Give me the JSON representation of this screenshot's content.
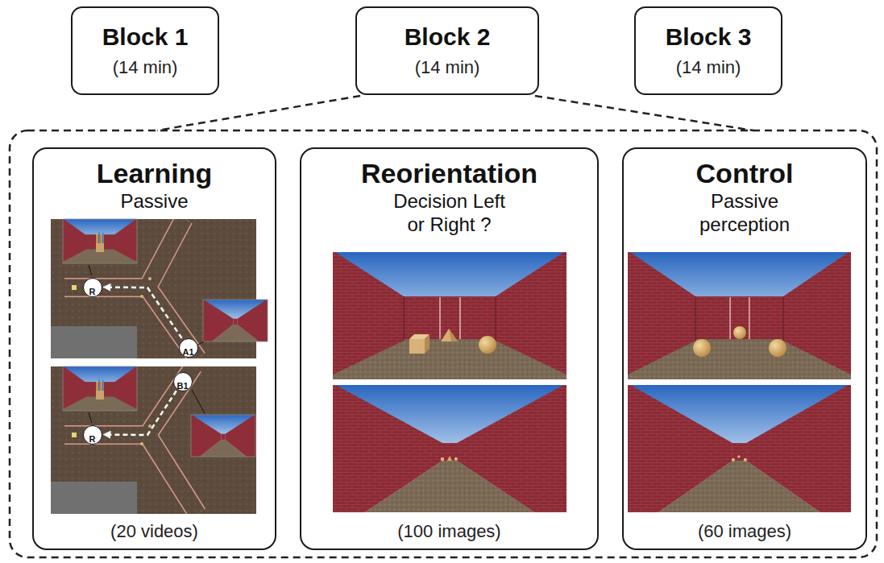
{
  "diagram": {
    "nodes": [
      {
        "text": [
          "Block 1",
          "(14 min)"
        ]
      },
      {
        "text": [
          "Block 2",
          "(14 min)"
        ]
      },
      {
        "text": [
          "Block 3",
          "(14 min)"
        ]
      },
      {
        "text": [
          "Learning",
          "Passive",
          "(20 videos)"
        ]
      },
      {
        "text": [
          "R"
        ],
        "in": 3
      },
      {
        "text": [
          "A1"
        ],
        "in": 3
      },
      {
        "text": [
          "R"
        ],
        "in": 3
      },
      {
        "text": [
          "B1"
        ],
        "in": 3
      },
      {
        "text": [
          "Reorientation",
          "Decision Left or Right ?",
          "(100 images)"
        ]
      },
      {
        "text": [
          "Control",
          "Passive perception",
          "(60 images)"
        ]
      }
    ],
    "edges": [
      {
        "from": 5,
        "to": 4,
        "arrow": "to"
      },
      {
        "from": 7,
        "to": 6,
        "arrow": "to"
      }
    ]
  }
}
